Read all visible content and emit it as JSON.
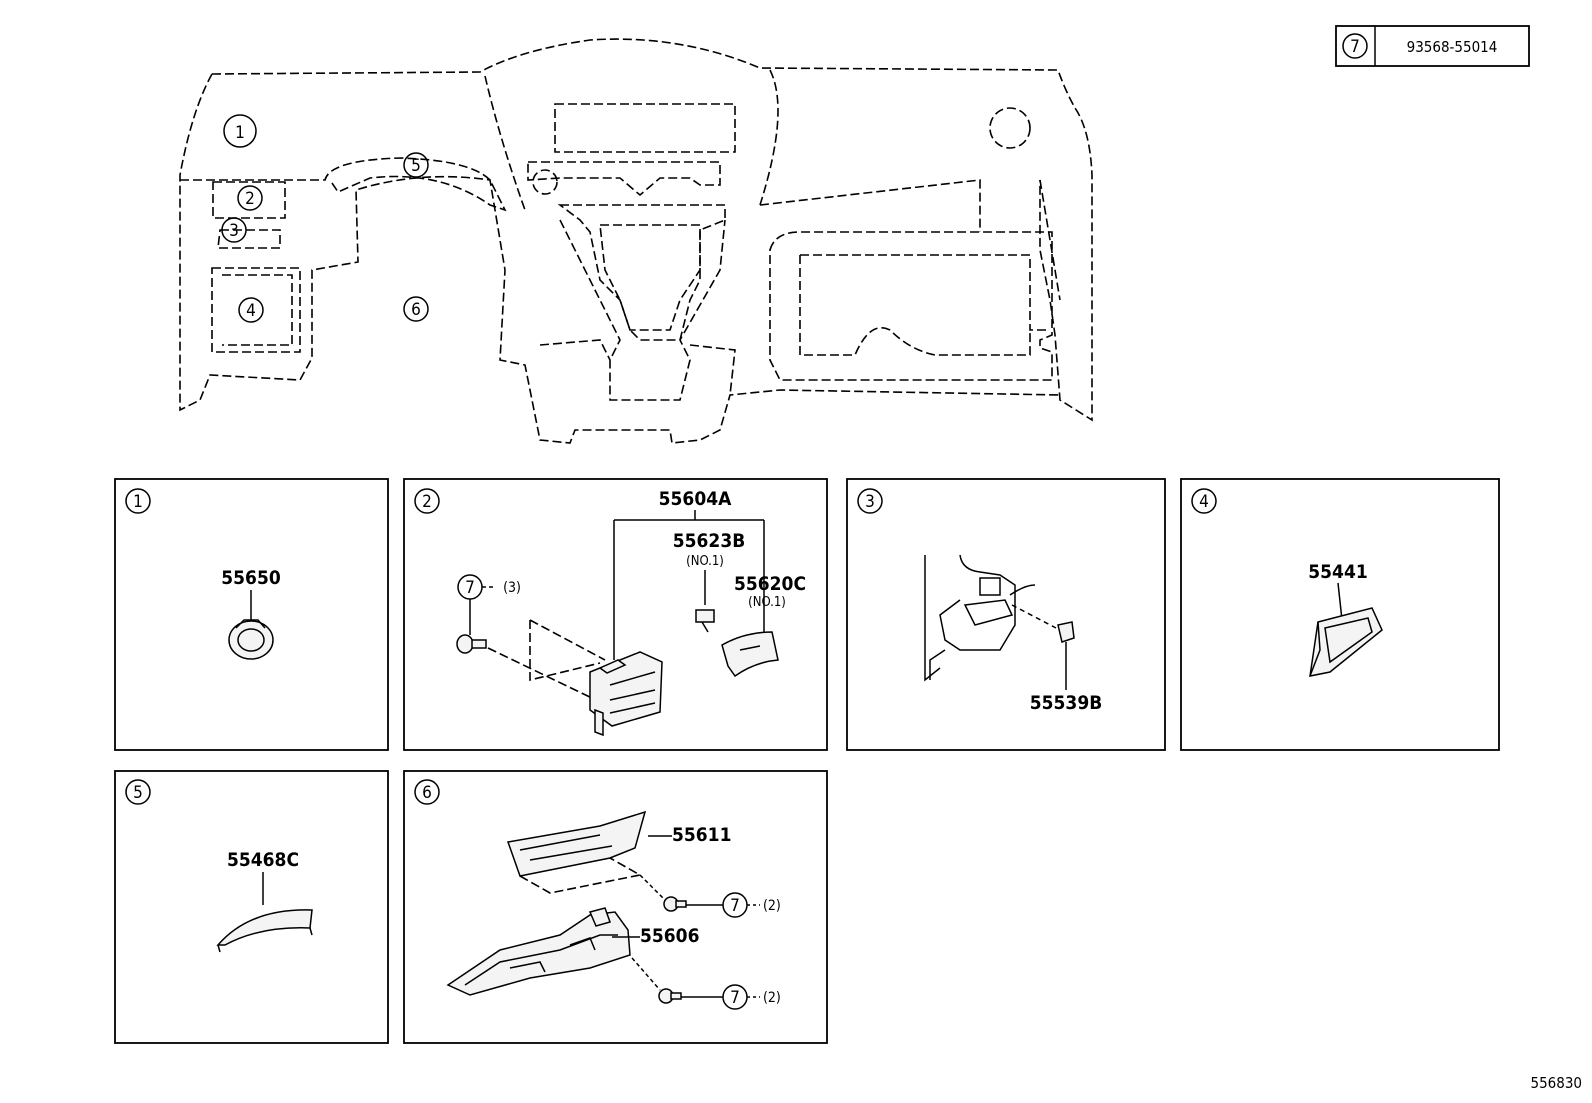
{
  "legend": {
    "circle": "7",
    "part_number": "93568-55014"
  },
  "diagram_number": "556830",
  "overview_markers": [
    "1",
    "2",
    "3",
    "4",
    "5",
    "6"
  ],
  "panels": [
    {
      "id": "1",
      "parts": [
        {
          "number": "55650"
        }
      ]
    },
    {
      "id": "2",
      "parts": [
        {
          "number": "55604A"
        },
        {
          "number": "55623B",
          "note": "(NO.1)"
        },
        {
          "number": "55620C",
          "note": "(NO.1)"
        },
        {
          "fastener": "7",
          "qty": "(3)"
        }
      ]
    },
    {
      "id": "3",
      "parts": [
        {
          "number": "55539B"
        }
      ]
    },
    {
      "id": "4",
      "parts": [
        {
          "number": "55441"
        }
      ]
    },
    {
      "id": "5",
      "parts": [
        {
          "number": "55468C"
        }
      ]
    },
    {
      "id": "6",
      "parts": [
        {
          "number": "55611"
        },
        {
          "number": "55606"
        },
        {
          "fastener": "7",
          "qty": "(2)"
        },
        {
          "fastener": "7",
          "qty": "(2)"
        }
      ]
    }
  ]
}
